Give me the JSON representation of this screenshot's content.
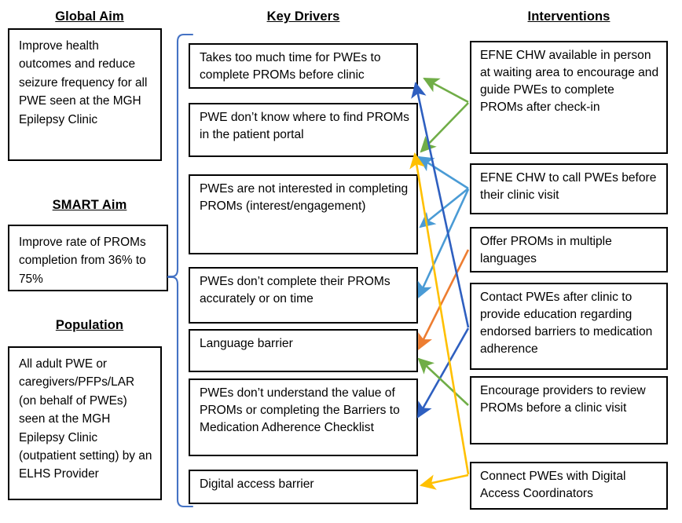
{
  "diagram": {
    "type": "key-driver-diagram",
    "columns": [
      {
        "id": "global-aim",
        "title": "Global Aim"
      },
      {
        "id": "smart-aim",
        "title": "SMART Aim"
      },
      {
        "id": "population",
        "title": "Population"
      },
      {
        "id": "key-drivers",
        "title": "Key Drivers"
      },
      {
        "id": "interventions",
        "title": "Interventions"
      }
    ],
    "aims": [
      {
        "id": "global-aim-box",
        "text": "Improve health outcomes and reduce seizure frequency for all PWE seen at the MGH Epilepsy Clinic"
      },
      {
        "id": "smart-aim-box",
        "text": "Improve rate of PROMs completion from 36% to 75%"
      },
      {
        "id": "population-box",
        "text": "All adult PWE or caregivers/PFPs/LAR (on behalf of PWEs) seen at the MGH Epilepsy Clinic (outpatient setting) by an ELHS Provider"
      }
    ],
    "key_drivers": [
      {
        "id": "kd1",
        "text": "Takes too much time for PWEs to complete PROMs before clinic"
      },
      {
        "id": "kd2",
        "text": "PWE don’t know where to find PROMs in the patient portal"
      },
      {
        "id": "kd3",
        "text": "PWEs are not interested in completing PROMs (interest/engagement)"
      },
      {
        "id": "kd4",
        "text": "PWEs don’t complete their PROMs accurately or on time"
      },
      {
        "id": "kd5",
        "text": "Language barrier"
      },
      {
        "id": "kd6",
        "text": "PWEs don’t understand the value of PROMs or completing the Barriers to Medication Adherence Checklist"
      },
      {
        "id": "kd7",
        "text": "Digital access barrier"
      }
    ],
    "interventions": [
      {
        "id": "iv1",
        "text": "EFNE CHW available in person at waiting area to encourage and guide PWEs to complete PROMs after check-in"
      },
      {
        "id": "iv2",
        "text": "EFNE CHW to call PWEs before their clinic visit"
      },
      {
        "id": "iv3",
        "text": "Offer PROMs in multiple languages"
      },
      {
        "id": "iv4",
        "text": "Contact PWEs after clinic to provide education regarding endorsed barriers to medication adherence"
      },
      {
        "id": "iv5",
        "text": "Encourage providers to review PROMs before a clinic visit"
      },
      {
        "id": "iv6",
        "text": "Connect PWEs with Digital Access Coordinators"
      }
    ],
    "links": [
      {
        "from": "iv1",
        "to": "kd1",
        "color": "#70AD47"
      },
      {
        "from": "iv1",
        "to": "kd2",
        "color": "#70AD47"
      },
      {
        "from": "iv2",
        "to": "kd2",
        "color": "#4A9BD5"
      },
      {
        "from": "iv2",
        "to": "kd3",
        "color": "#4A9BD5"
      },
      {
        "from": "iv2",
        "to": "kd4",
        "color": "#4A9BD5"
      },
      {
        "from": "iv3",
        "to": "kd5",
        "color": "#ED7D31"
      },
      {
        "from": "iv4",
        "to": "kd1",
        "color": "#2E5FC0"
      },
      {
        "from": "iv4",
        "to": "kd6",
        "color": "#2E5FC0"
      },
      {
        "from": "iv5",
        "to": "kd5",
        "color": "#70AD47"
      },
      {
        "from": "iv6",
        "to": "kd7",
        "color": "#FFC000"
      },
      {
        "from": "iv6",
        "to": "kd2",
        "color": "#FFC000"
      }
    ],
    "colors": {
      "brace": "#4472C4",
      "box_border": "#000000",
      "green": "#70AD47",
      "light_blue": "#4A9BD5",
      "dark_blue": "#2E5FC0",
      "orange": "#ED7D31",
      "yellow": "#FFC000",
      "background": "#FFFFFF",
      "text": "#000000"
    }
  }
}
